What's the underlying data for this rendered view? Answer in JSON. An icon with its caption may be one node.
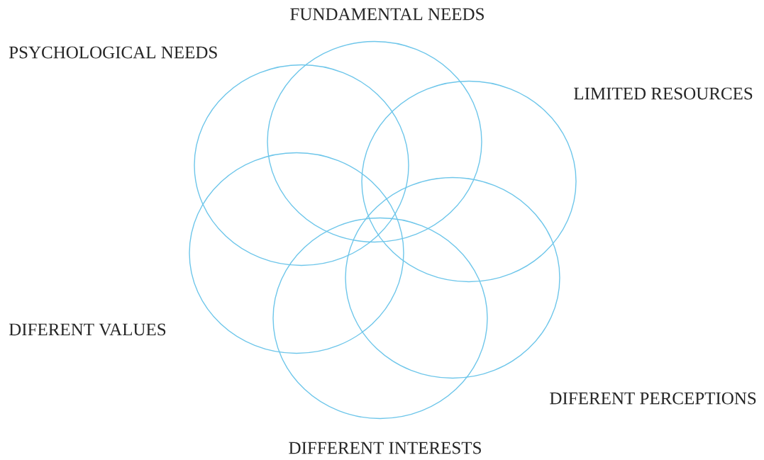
{
  "diagram": {
    "nodes": [
      {
        "text": [
          "FUNDAMENTAL NEEDS"
        ]
      },
      {
        "text": [
          "PSYCHOLOGICAL NEEDS"
        ]
      },
      {
        "text": [
          "LIMITED RESOURCES"
        ]
      },
      {
        "text": [
          "DIFERENT VALUES"
        ]
      },
      {
        "text": [
          "DIFERENT PERCEPTIONS"
        ]
      },
      {
        "text": [
          "DIFFERENT INTERESTS"
        ]
      }
    ]
  }
}
